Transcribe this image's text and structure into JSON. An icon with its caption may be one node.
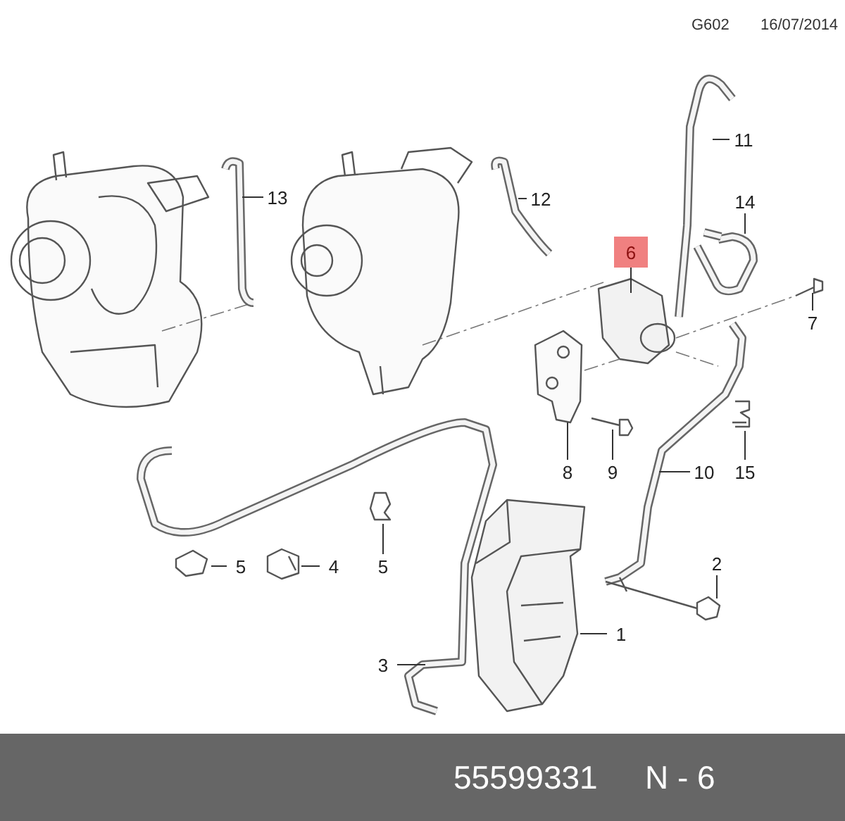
{
  "diagram": {
    "nodes": [
      {
        "text": [
          "13"
        ]
      },
      {
        "text": [
          "12"
        ]
      },
      {
        "text": [
          "11"
        ]
      },
      {
        "text": [
          "14"
        ]
      },
      {
        "text": [
          "6"
        ]
      },
      {
        "text": [
          "7"
        ]
      },
      {
        "text": [
          "8"
        ]
      },
      {
        "text": [
          "9"
        ]
      },
      {
        "text": [
          "10"
        ]
      },
      {
        "text": [
          "15"
        ]
      },
      {
        "text": [
          "5"
        ]
      },
      {
        "text": [
          "4"
        ]
      },
      {
        "text": [
          "5"
        ]
      },
      {
        "text": [
          "2"
        ]
      },
      {
        "text": [
          "1"
        ]
      },
      {
        "text": [
          "3"
        ]
      }
    ],
    "edges": [
      {
        "from": 0,
        "to": null,
        "arrow": "none"
      },
      {
        "from": 1,
        "to": null,
        "arrow": "none"
      },
      {
        "from": 2,
        "to": null,
        "arrow": "none"
      },
      {
        "from": 3,
        "to": null,
        "arrow": "none"
      },
      {
        "from": 4,
        "to": null,
        "arrow": "none"
      },
      {
        "from": 5,
        "to": null,
        "arrow": "none"
      },
      {
        "from": 6,
        "to": null,
        "arrow": "none"
      },
      {
        "from": 7,
        "to": null,
        "arrow": "none"
      },
      {
        "from": 8,
        "to": null,
        "arrow": "none"
      },
      {
        "from": 9,
        "to": null,
        "arrow": "none"
      },
      {
        "from": 10,
        "to": null,
        "arrow": "none"
      },
      {
        "from": 11,
        "to": null,
        "arrow": "none"
      },
      {
        "from": 12,
        "to": null,
        "arrow": "none"
      },
      {
        "from": 13,
        "to": null,
        "arrow": "none"
      },
      {
        "from": 14,
        "to": null,
        "arrow": "none"
      },
      {
        "from": 15,
        "to": null,
        "arrow": "none"
      }
    ],
    "labels": [
      "G602",
      "16/07/2014",
      "55599331",
      "N - 6"
    ]
  }
}
